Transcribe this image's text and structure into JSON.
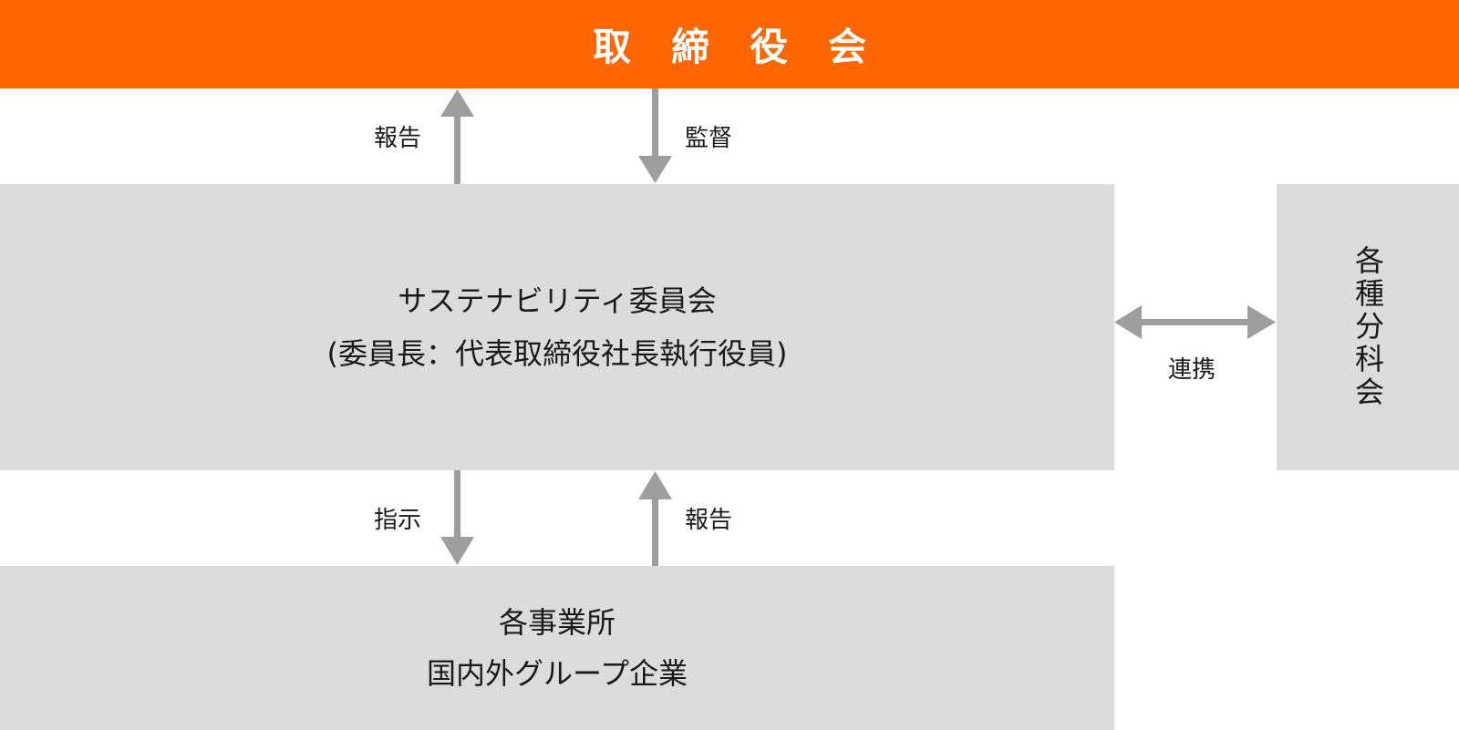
{
  "colors": {
    "board_bg": "#ff6600",
    "box_bg": "#dcdcdc",
    "arrow": "#9e9e9e"
  },
  "board": {
    "title": "取締役会"
  },
  "committee": {
    "line1": "サステナビリティ委員会",
    "line2": "(委員長：代表取締役社長執行役員)"
  },
  "subcommittee": {
    "title": "各種分科会"
  },
  "offices": {
    "line1": "各事業所",
    "line2": "国内外グループ企業"
  },
  "arrows": {
    "report_up_top": "報告",
    "supervise_down": "監督",
    "collaborate": "連携",
    "instruct_down": "指示",
    "report_up_bottom": "報告"
  }
}
